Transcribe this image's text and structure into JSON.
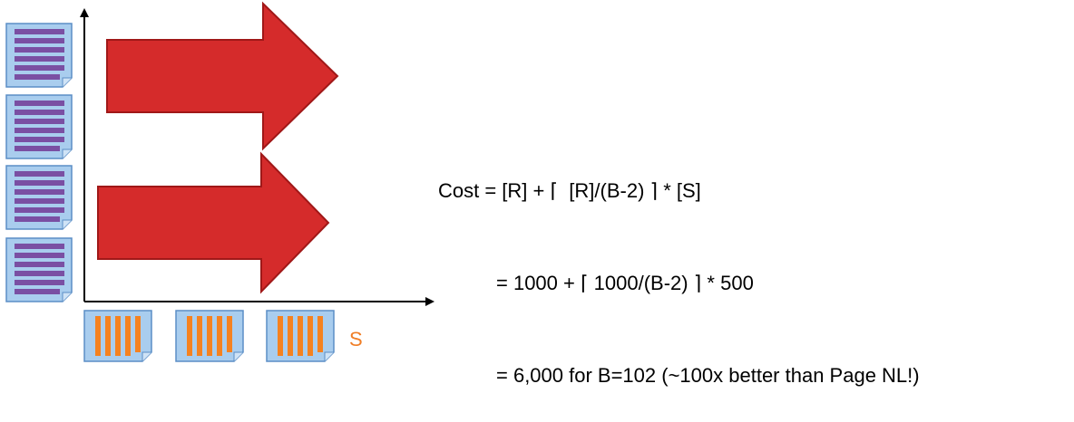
{
  "formula": {
    "line1": "Cost = [R] + ⌈  [R]/(B-2) ⌉ * [S]",
    "line2": "= 1000 + ⌈ 1000/(B-2) ⌉ * 500",
    "line3": "= 6,000 for B=102 (~100x better than Page NL!)"
  },
  "s_label": "S",
  "colors": {
    "arrow_fill": "#d52b2b",
    "arrow_stroke": "#a01818",
    "page_fill": "#a9cdee",
    "page_stroke": "#5b8ec6",
    "purple_stripe": "#7a4fa3",
    "orange_stripe": "#f58220",
    "s_color": "#f07e26"
  },
  "icons": {
    "r_pages": "document-page-icon",
    "s_pages": "document-page-icon",
    "block_arrows": "block-arrow-right-icon"
  }
}
